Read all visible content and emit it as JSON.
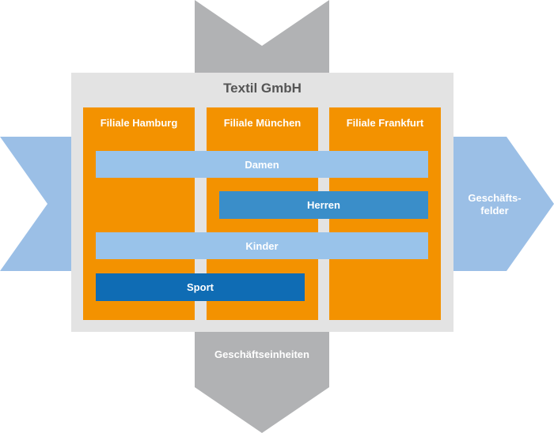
{
  "company": "Textil GmbH",
  "branches": [
    "Filiale Hamburg",
    "Filiale München",
    "Filiale Frankfurt"
  ],
  "segments": {
    "damen": "Damen",
    "herren": "Herren",
    "kinder": "Kinder",
    "sport": "Sport"
  },
  "axis_horizontal": "Geschäfts-\nfelder",
  "axis_vertical": "Geschäftseinheiten",
  "colors": {
    "arrow_grey": "#b1b2b4",
    "arrow_blue": "#9bbfe6",
    "container": "#e3e3e3",
    "orange": "#f39200",
    "light_blue": "#99c3ea",
    "mid_blue": "#3a8ec9",
    "dark_blue": "#0f6cb4",
    "title_text": "#555555"
  }
}
